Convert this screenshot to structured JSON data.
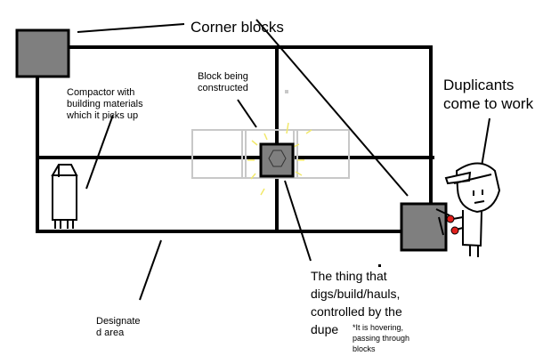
{
  "labels": {
    "corner_blocks": "Corner blocks",
    "duplicants": "Duplicants\ncome to work",
    "block_constructed": "Block being\nconstructed",
    "compactor": "Compactor with\nbuilding materials\nwhich it picks up",
    "thing": "The thing that\ndigs/build/hauls,\ncontrolled by the\ndupe",
    "note": "*It is hovering,\npassing through\nblocks",
    "designated": "Designate\nd area"
  },
  "colors": {
    "ink": "#000000",
    "block_fill": "#7f7f7f",
    "ghost_block": "#c8c8c8",
    "sparkle": "#f2e96a",
    "dupe_red": "#e0201c"
  }
}
